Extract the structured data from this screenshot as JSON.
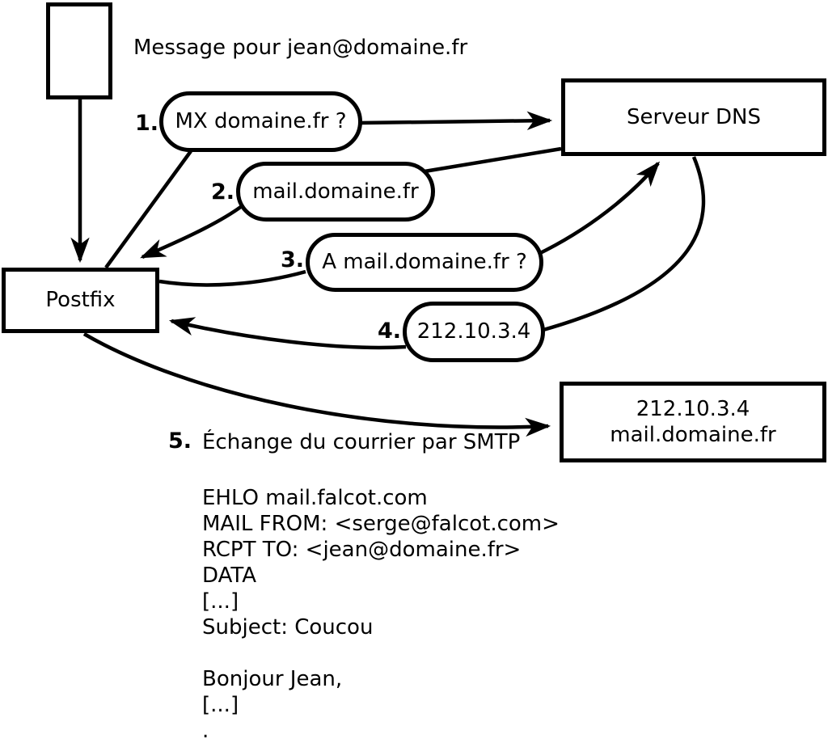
{
  "diagram": {
    "title": "Message pour jean@domaine.fr",
    "nodes": {
      "postfix": {
        "label": "Postfix"
      },
      "dns": {
        "label": "Serveur DNS"
      },
      "smtp_server": {
        "line1": "212.10.3.4",
        "line2": "mail.domaine.fr"
      }
    },
    "steps": [
      {
        "num": "1.",
        "label": "MX domaine.fr ?"
      },
      {
        "num": "2.",
        "label": "mail.domaine.fr"
      },
      {
        "num": "3.",
        "label": "A mail.domaine.fr ?"
      },
      {
        "num": "4.",
        "label": "212.10.3.4"
      },
      {
        "num": "5.",
        "label": "Échange du courrier par SMTP"
      }
    ],
    "smtp_session": {
      "lines": [
        "EHLO mail.falcot.com",
        "MAIL FROM: <serge@falcot.com>",
        "RCPT TO: <jean@domaine.fr>",
        "DATA",
        "[...]",
        "Subject: Coucou",
        "",
        "Bonjour Jean,",
        "[...]",
        "."
      ]
    },
    "colors": {
      "stroke": "#000000",
      "background": "#ffffff"
    }
  }
}
